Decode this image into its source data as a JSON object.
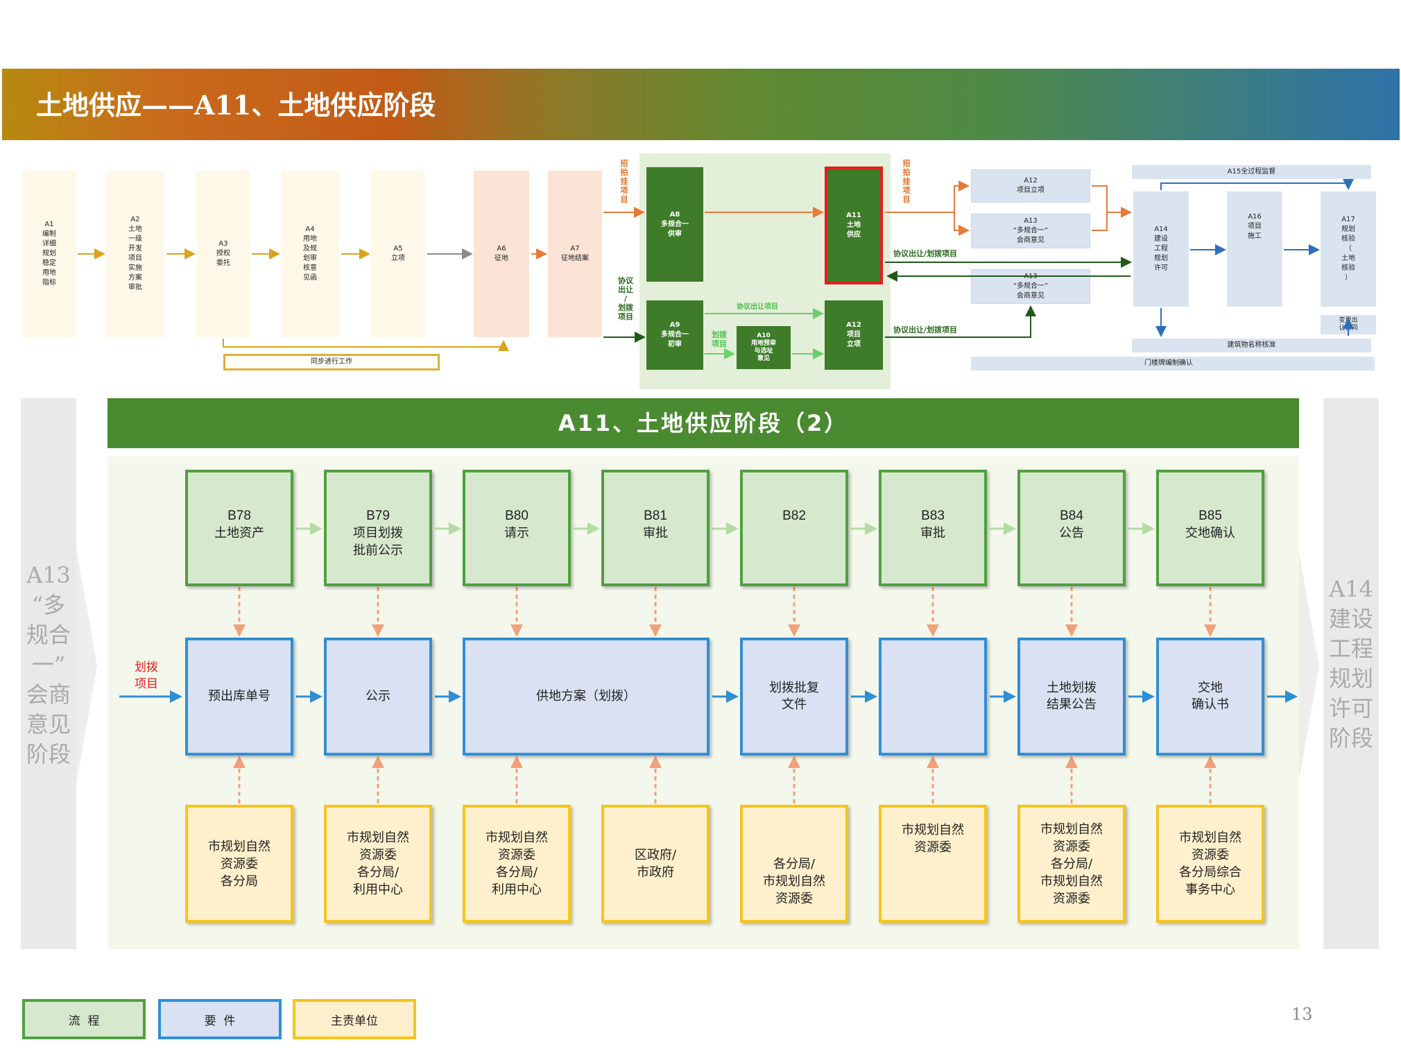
{
  "slide": {
    "title": "土地供应——A11、土地供应阶段",
    "page_number": "13"
  },
  "overview": {
    "a1": "A1\n编制\n详细\n规划\n稳定\n用地\n指标",
    "a2": "A2\n土地\n一级\n开发\n项目\n实施\n方案\n审批",
    "a3": "A3\n授权\n委托",
    "a4": "A4\n用地\n及规\n划审\n核意\n见函",
    "a5": "A5\n立项",
    "a6": "A6\n征地",
    "a7": "A7\n征地结案",
    "a8": "A8\n多规合一\n供审",
    "a9": "A9\n多规合一\n初审",
    "a10": "A10\n用地预审\n与选址\n意见",
    "a11": "A11\n土地\n供应",
    "a12_a": "A12\n项目立项",
    "a12_b": "A12\n项目\n立项",
    "a13_a": "A13\n“多规合一”\n会商意见",
    "a13_b": "A13\n“多规合一”\n会商意见",
    "a14": "A14\n建设\n工程\n规划\n许可",
    "a15": "A15全过程监督",
    "a16": "A16\n项目\n施工",
    "a17": "A17\n规划\n核验\n（\n土地\n核验\n）",
    "change_contract": "变更出\n让合同",
    "building_name": "建筑物名称核准",
    "house_number": "门楼牌编制确认",
    "sync_work": "同步进行工作",
    "bid_label_left": "招\n拍\n挂\n项\n目",
    "bid_label_right": "招\n拍\n挂\n项\n目",
    "agreement_label": "协议\n出让\n/\n划拨\n项目",
    "agreement_transfer": "协议出让项目",
    "allocation_label": "划拨\n项目",
    "agreement_allocation_1": "协议出让/划拨项目",
    "agreement_allocation_2": "协议出让/划拨项目"
  },
  "detail": {
    "title": "A11、土地供应阶段（2）",
    "left_panel": "A13\n“多\n规合\n一”\n会商\n意见\n阶段",
    "right_panel": "A14\n建设\n工程\n规划\n许可\n阶段",
    "entry_label": "划拨\n项目",
    "steps": [
      {
        "code": "B78",
        "name": "土地资产"
      },
      {
        "code": "B79",
        "name": "项目划拨\n批前公示"
      },
      {
        "code": "B80",
        "name": "请示"
      },
      {
        "code": "B81",
        "name": "审批"
      },
      {
        "code": "B82",
        "name": ""
      },
      {
        "code": "B83",
        "name": "审批"
      },
      {
        "code": "B84",
        "name": "公告"
      },
      {
        "code": "B85",
        "name": "交地确认"
      }
    ],
    "documents": [
      "预出库单号",
      "公示",
      "供地方案（划拨）",
      "划拨批复\n文件",
      "",
      "土地划拨\n结果公告",
      "交地\n确认书"
    ],
    "units": [
      "市规划自然\n资源委\n各分局",
      "市规划自然\n资源委\n各分局/\n利用中心",
      "市规划自然\n资源委\n各分局/\n利用中心",
      "区政府/\n市政府",
      "各分局/\n市规划自然\n资源委",
      "市规划自然\n资源委",
      "市规划自然\n资源委\n各分局/\n市规划自然\n资源委",
      "市规划自然\n资源委\n各分局综合\n事务中心"
    ]
  },
  "legend": {
    "process": "流  程",
    "document": "要  件",
    "unit": "主责单位"
  },
  "colors": {
    "process_fill": "#d6e8cd",
    "process_border": "#50a040",
    "document_fill": "#d9e1f2",
    "document_border": "#2f8fd4",
    "unit_fill": "#fef0cc",
    "unit_border": "#f7c41a",
    "title_green": "#4a8a30",
    "highlight_red": "#e0201f"
  }
}
